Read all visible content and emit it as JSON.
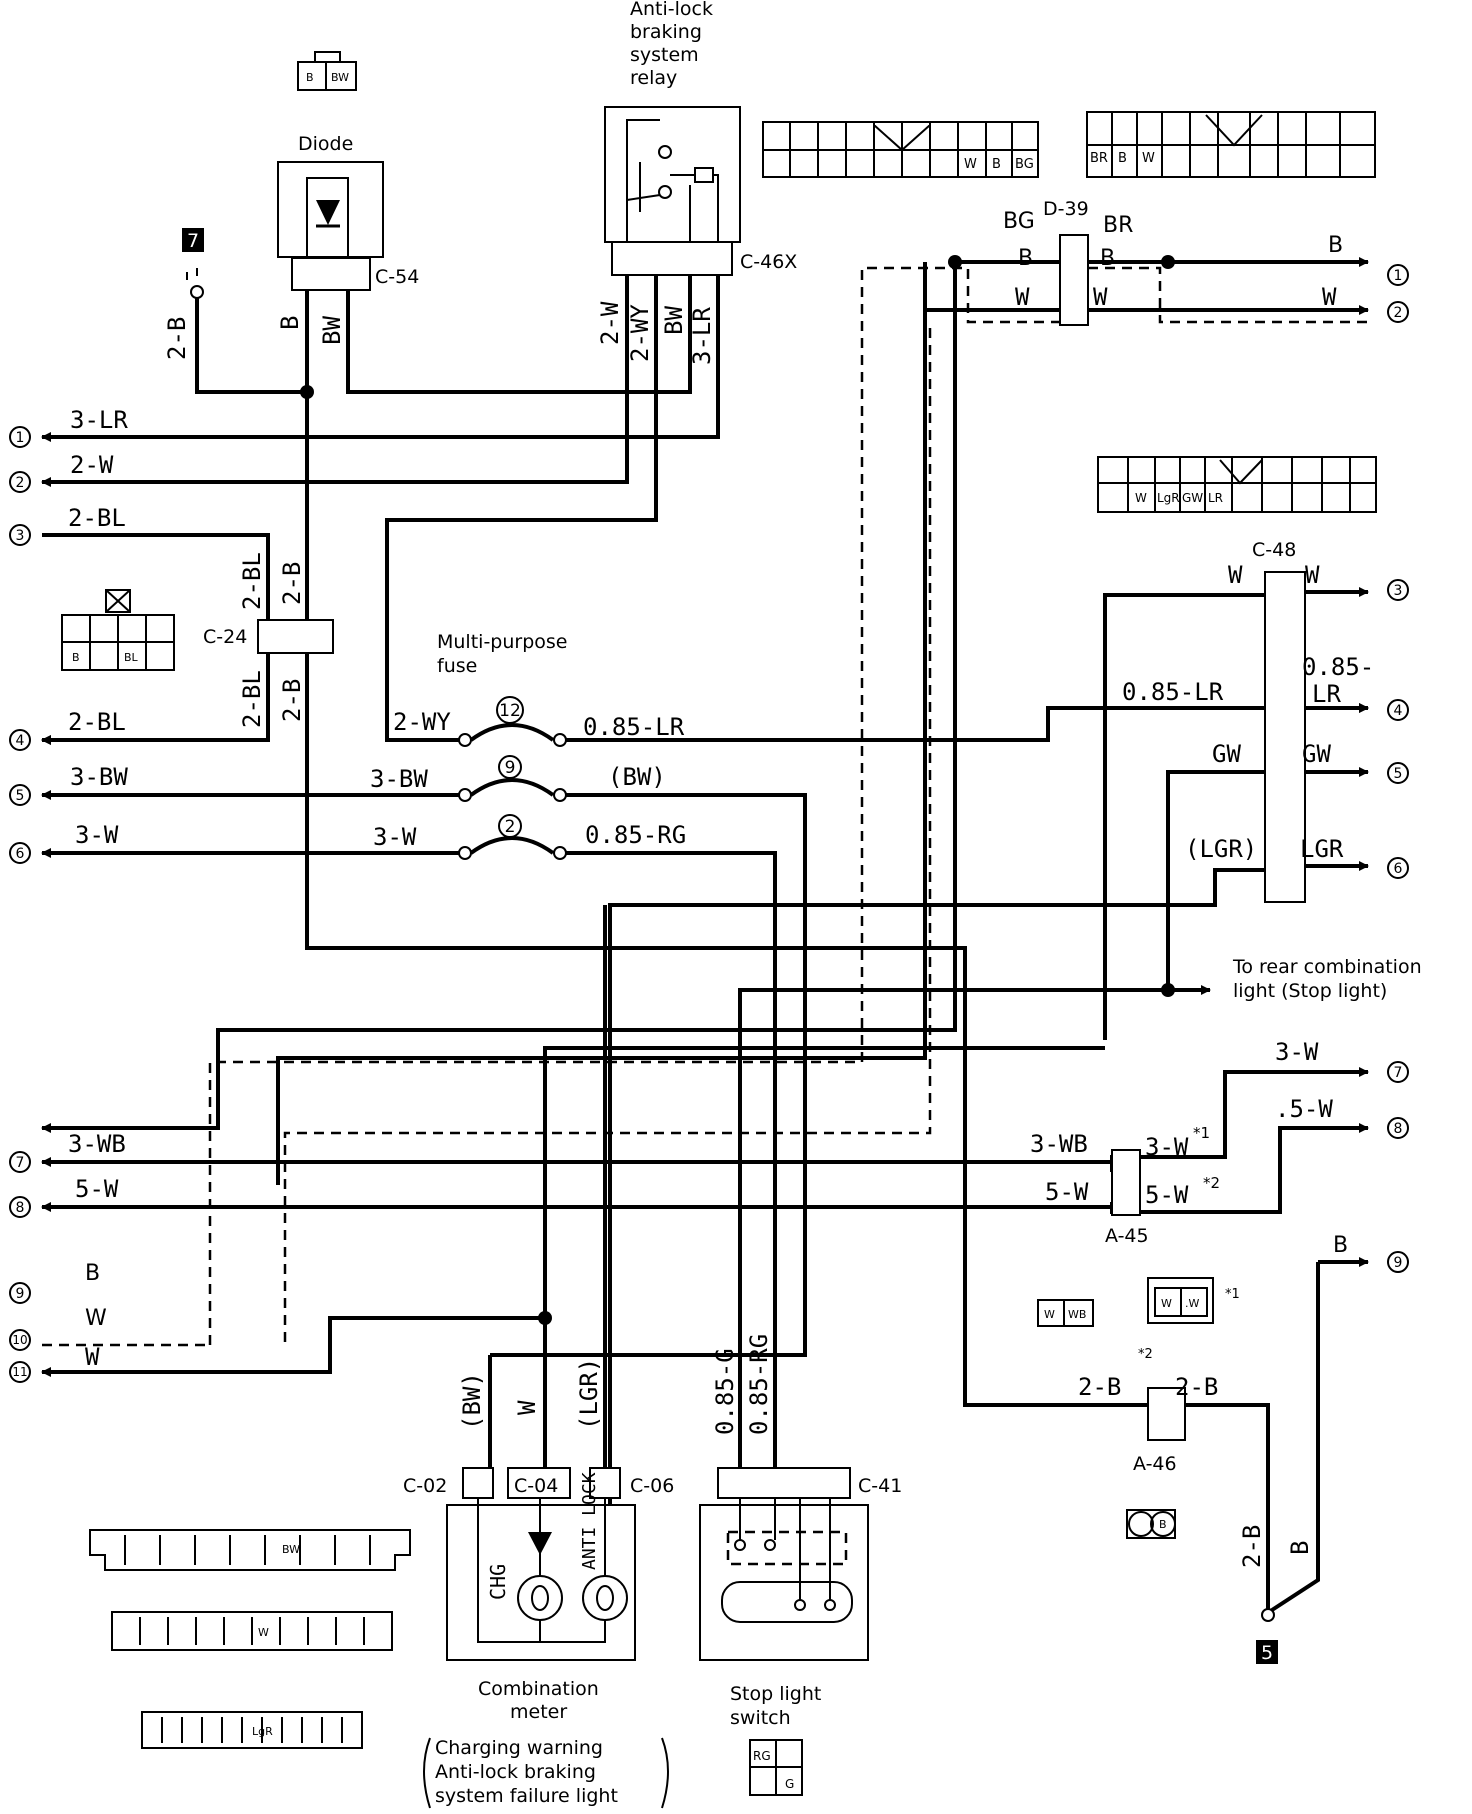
{
  "components": {
    "abs_relay": "Anti-lock braking system relay",
    "abs_relay_lines": [
      "Anti-lock",
      "braking",
      "system",
      "relay"
    ],
    "diode": "Diode",
    "multi_purpose_fuse_lines": [
      "Multi-purpose",
      "fuse"
    ],
    "combination_meter_lines": [
      "Combination",
      "meter"
    ],
    "combination_meter_note_lines": [
      "Charging warning",
      "Anti-lock braking",
      "system failure light"
    ],
    "stop_light_switch_lines": [
      "Stop light",
      "switch"
    ],
    "rear_light_lines": [
      "To rear combination",
      "light (Stop light)"
    ],
    "chg_label": "CHG",
    "anti_lock_label": "ANTI LOCK"
  },
  "connectors": {
    "c54": "C-54",
    "c46x": "C-46X",
    "d39": "D-39",
    "c24": "C-24",
    "c48": "C-48",
    "a45": "A-45",
    "a46": "A-46",
    "c02": "C-02",
    "c04": "C-04",
    "c06": "C-06",
    "c41": "C-41"
  },
  "grounds": {
    "top": "7",
    "bottom": "5"
  },
  "fuses": {
    "f12": "12",
    "f9": "9",
    "f2": "2"
  },
  "wire_labels": {
    "w_2b_ground": "2-B",
    "w_b_diode": "B",
    "w_bw_diode": "BW",
    "w_2w_relay": "2-W",
    "w_2wy_relay": "2-WY",
    "w_bw_relay": "BW",
    "w_3lr_relay": "3-LR",
    "w_bg": "BG",
    "w_br": "BR",
    "w_b_left": "B",
    "w_b_right": "B",
    "w_w_left": "W",
    "w_w_right": "W",
    "w_out1_b": "B",
    "w_out2_w": "W",
    "w_left1": "3-LR",
    "w_left2": "2-W",
    "w_left3": "2-BL",
    "w_c24_2bl_top": "2-BL",
    "w_c24_2b_top": "2-B",
    "w_c24_2bl_bot": "2-BL",
    "w_c24_2b_bot": "2-B",
    "w_left4": "2-BL",
    "w_2wy_fuse": "2-WY",
    "w_085lr_fuse": "0.85-LR",
    "w_3bw_fuse": "3-BW",
    "w_bw_paren": "(BW)",
    "w_3w_fuse": "3-W",
    "w_085rg_fuse": "0.85-RG",
    "w_left5": "3-BW",
    "w_left6": "3-W",
    "w_c48_w_l": "W",
    "w_c48_w_r": "W",
    "w_c48_085": "0.85-",
    "w_c48_lr": "LR",
    "w_c48_085lr": "0.85-LR",
    "w_gw_l": "GW",
    "w_gw_r": "GW",
    "w_lgr_l": "(LGR)",
    "w_lgr_r": "LGR",
    "w_r7": "3-W",
    "w_r8": ".5-W",
    "w_a45_3wb": "3-WB",
    "w_a45_3w": "3-W",
    "w_a45_5w_l": "5-W",
    "w_a45_5w_r": "5-W",
    "w_left7": "3-WB",
    "w_left8": "5-W",
    "w_left9": "B",
    "w_left10": "W",
    "w_left11": "W",
    "w_meter_bw": "(BW)",
    "w_meter_w": "W",
    "w_meter_lgr": "(LGR)",
    "w_sw_085g": "0.85-G",
    "w_sw_085rg": "0.85-RG",
    "w_a46_l": "2-B",
    "w_a46_r": "2-B",
    "w_gnd5_2b": "2-B",
    "w_gnd5_b": "B",
    "w_r9": "B"
  },
  "notes": {
    "star1": "*1",
    "star2": "*2"
  },
  "terminals_left": [
    "1",
    "2",
    "3",
    "4",
    "5",
    "6",
    "7",
    "8",
    "9",
    "10",
    "11"
  ],
  "terminals_right": [
    "1",
    "2",
    "3",
    "4",
    "5",
    "6",
    "7",
    "8",
    "9"
  ],
  "connector_faces": {
    "diode": [
      "B",
      "BW"
    ],
    "relay_top": [
      "W",
      "B",
      "BG"
    ],
    "d39_face": [
      "BR",
      "B",
      "W"
    ],
    "c48_face": [
      "W",
      "LgR",
      "GW",
      "LR"
    ],
    "c24_face": [
      "B",
      "BL"
    ],
    "a45_face": [
      "W",
      "WB"
    ],
    "a45_face2": [
      "W",
      ".W"
    ],
    "a46_face": [
      "B"
    ],
    "meter_bw": "BW",
    "meter_w": "W",
    "meter_lgr": "LgR",
    "switch_face": [
      "RG",
      "G"
    ]
  }
}
